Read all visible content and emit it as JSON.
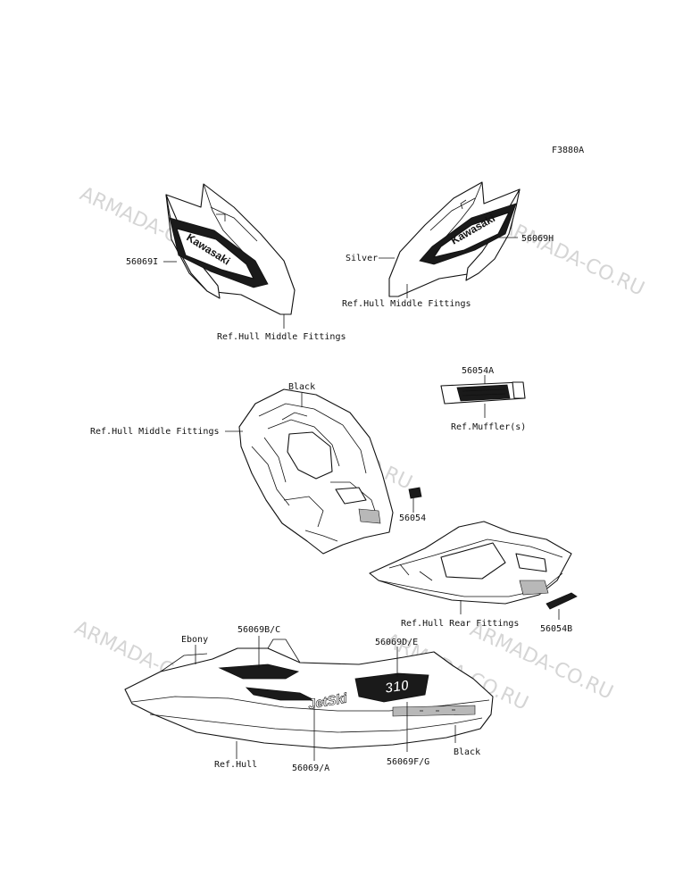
{
  "diagram_code": "F3880A",
  "watermarks": [
    "ARMADA-CO.RU",
    "ARMADA-CO.RU",
    "ARMADA-CO.RU",
    "ARMADA-CO.RU",
    "ARMADA-CO.RU",
    "ARMADA-CO.RU"
  ],
  "labels": {
    "part_56069I": "56069I",
    "part_56069H": "56069H",
    "silver": "Silver",
    "ref_hull_middle_right": "Ref.Hull Middle Fittings",
    "ref_hull_middle_left": "Ref.Hull Middle Fittings",
    "black_top": "Black",
    "ref_hull_middle_center": "Ref.Hull Middle Fittings",
    "part_56054A": "56054A",
    "ref_muffler": "Ref.Muffler(s)",
    "part_56054": "56054",
    "ref_hull_rear": "Ref.Hull Rear Fittings",
    "part_56054B": "56054B",
    "ebony": "Ebony",
    "part_56069BC": "56069B/C",
    "part_56069DE": "56069D/E",
    "ref_hull": "Ref.Hull",
    "part_56069A": "56069/A",
    "part_56069FG": "56069F/G",
    "black_bottom": "Black"
  },
  "decal_text": {
    "kawasaki": "Kawasaki",
    "jetski": "JetSki",
    "model": "310"
  }
}
